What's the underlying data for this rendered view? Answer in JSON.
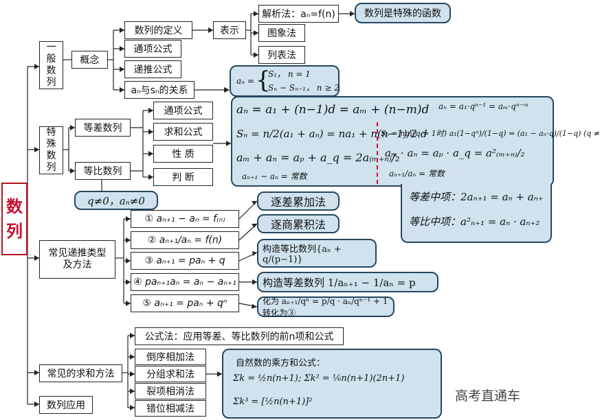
{
  "root": {
    "line1": "数",
    "line2": "列"
  },
  "general": {
    "label": [
      "一",
      "般",
      "数",
      "列"
    ],
    "concept": "概念",
    "items": [
      "数列的定义",
      "通项公式",
      "递推公式",
      "aₙ与sₙ的关系"
    ],
    "represent": "表示",
    "methods": [
      "解析法：aₙ=f(n)",
      "图象法",
      "列表法"
    ],
    "special_function": "数列是特殊的函数",
    "an_sn": {
      "lhs": "aₙ =",
      "case1": "S₁，  n = 1",
      "case2": "Sₙ − Sₙ₋₁，  n ≥ 2"
    }
  },
  "special": {
    "label": [
      "特",
      "殊",
      "数",
      "列"
    ],
    "arith": "等差数列",
    "geo": "等比数列",
    "props": [
      "通项公式",
      "求和公式",
      "性 质",
      "判 断"
    ],
    "q_cond": "q≠0，aₙ≠0",
    "formulas": {
      "arith_general": "aₙ = a₁ + (n−1)d = aₘ + (n−m)d",
      "arith_sum": "Sₙ = n/2(a₁ + aₙ) = na₁ + n(n−1)/2 d",
      "arith_prop": "aₘ + aₙ = aₚ + a_q = 2a₍ₘ₊ₙ₎/₂",
      "arith_judge": "aₙ₊₁ − aₙ = 常数",
      "geo_general": "aₙ = a₁·qⁿ⁻¹ = aₘ·qⁿ⁻ᵐ",
      "geo_sum": "Sₙ = na₁(q = 1时)  a₁(1−qⁿ)/(1−q) = (a₁ − aₙ·q)/(1−q) (q ≠",
      "geo_prop": "aₘ · aₙ = aₚ · a_q = a²₍ₘ₊ₙ₎/₂",
      "geo_judge": "aₙ₊₁/aₙ = 常数",
      "arith_mid": "等差中项：2aₙ₊₁ = aₙ + aₙ₊",
      "geo_mid": "等比中项：a²ₙ₊₁ = aₙ · aₙ₊₂"
    }
  },
  "recursion": {
    "label": [
      "常见递推类型",
      "及方法"
    ],
    "types": [
      "① aₙ₊₁ − aₙ = f₍ₙ₎",
      "② aₙ₊₁/aₙ = f(n)",
      "③ aₙ₊₁ = paₙ + q",
      "④ paₙ₊₁aₙ = aₙ − aₙ₊₁",
      "⑤ aₙ₊₁ = paₙ + qⁿ"
    ],
    "methods": [
      "逐差累加法",
      "逐商累积法",
      "构造等比数列{aₙ + q/(p−1)}",
      "构造等差数列 1/aₙ₊₁ − 1/aₙ = p",
      "化为 aₙ₊₁/qⁿ = p/q · aₙ/qⁿ⁻¹ + 1转化为③"
    ]
  },
  "summation": {
    "label": "常见的求和方法",
    "methods": [
      "公式法：应用等差、等比数列的前n项和公式",
      "倒序相加法",
      "分组求和法",
      "裂项相消法",
      "错位相减法"
    ],
    "natural_title": "自然数的乘方和公式：",
    "natural_1": "Σk = ½n(n+1);  Σk² = ⅙n(n+1)(2n+1)",
    "natural_2": "Σk³ = [½n(n+1)]²"
  },
  "application": "数列应用",
  "watermark": "高考直通车"
}
